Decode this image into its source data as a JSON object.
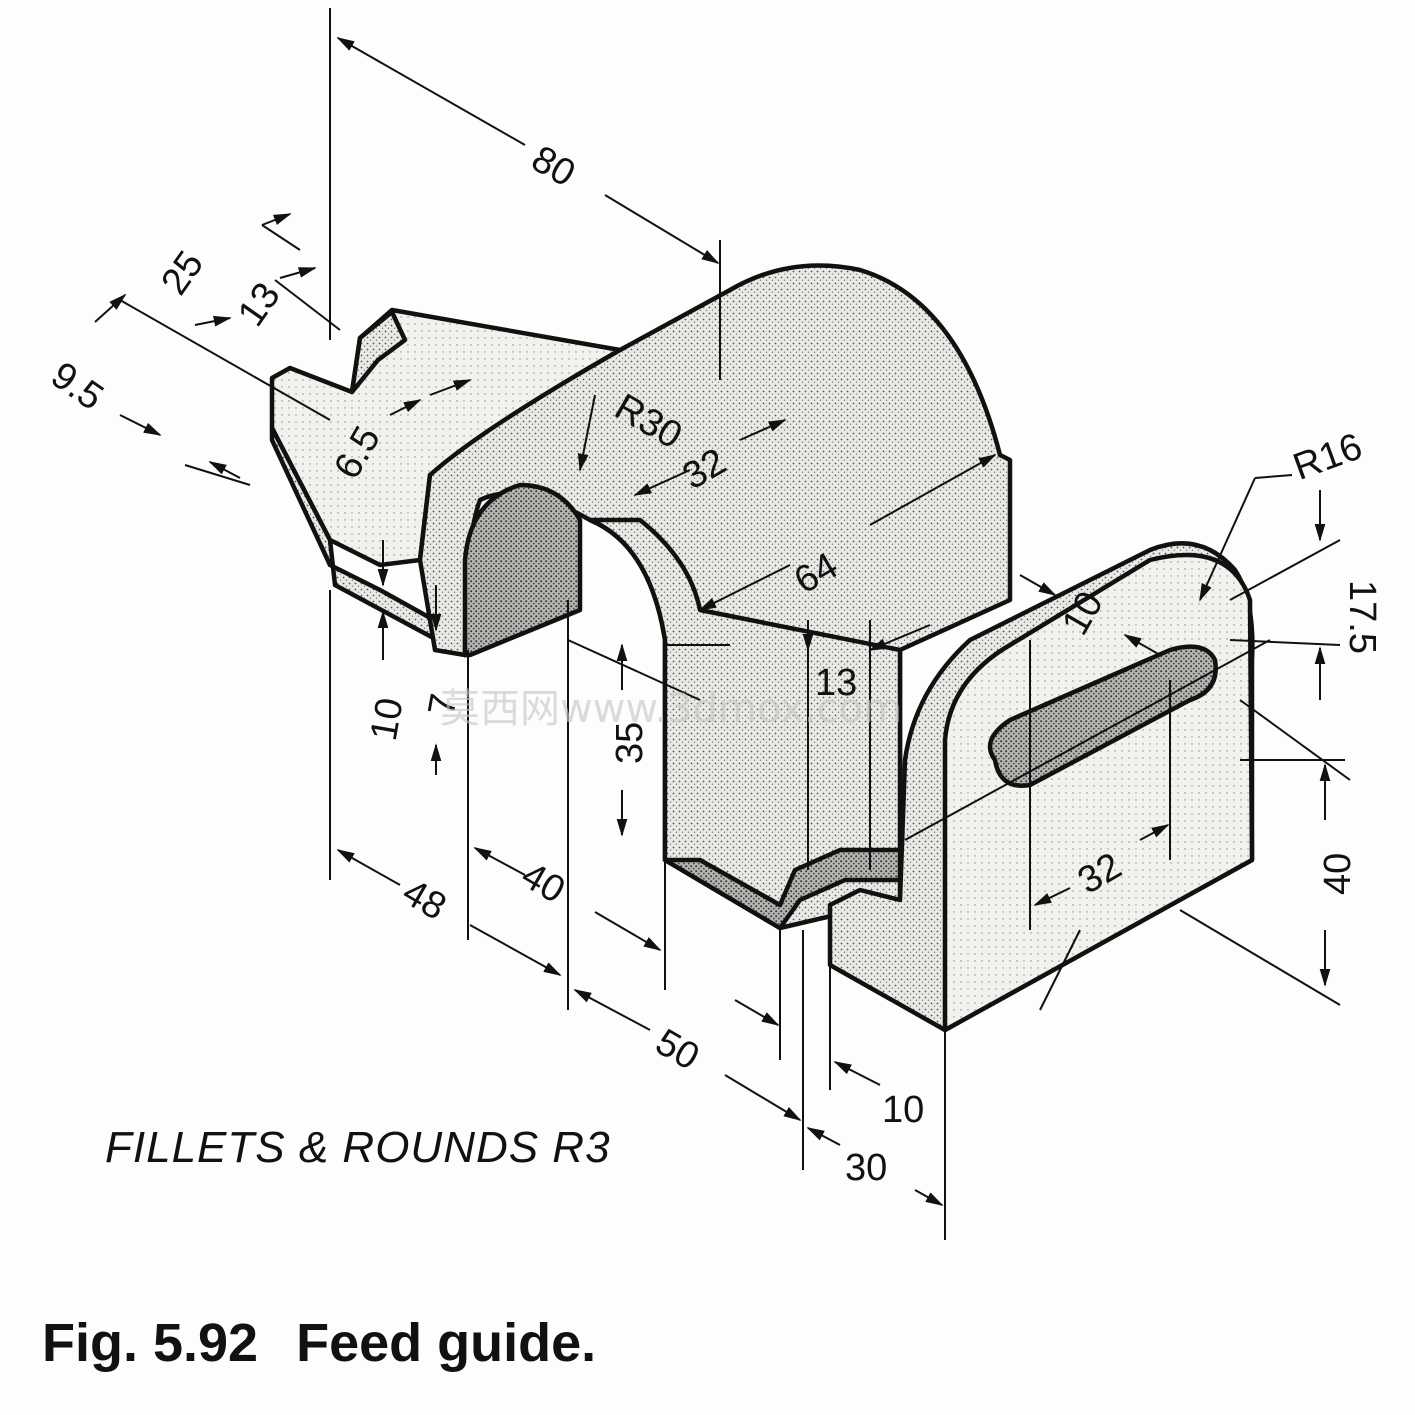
{
  "figure": {
    "number": "Fig. 5.92",
    "title": "Feed guide."
  },
  "note": "FILLETS & ROUNDS R3",
  "watermark": "莫西网www.3dmox.com",
  "dimensions": {
    "d80": "80",
    "d25": "25",
    "d13_top": "13",
    "d9_5": "9.5",
    "d6_5": "6.5",
    "r30": "R30",
    "d32_top": "32",
    "d64": "64",
    "r16": "R16",
    "d17_5": "17.5",
    "d10_slot": "10",
    "d13_mid": "13",
    "d35": "35",
    "d10_left": "10",
    "d7": "7",
    "d40_left": "40",
    "d48": "48",
    "d50": "50",
    "d10_bottom": "10",
    "d30": "30",
    "d32_slot": "32",
    "d40_right": "40"
  },
  "colors": {
    "ink": "#111111",
    "paper": "#fdfdfb",
    "watermark": "#c8c8c8"
  }
}
